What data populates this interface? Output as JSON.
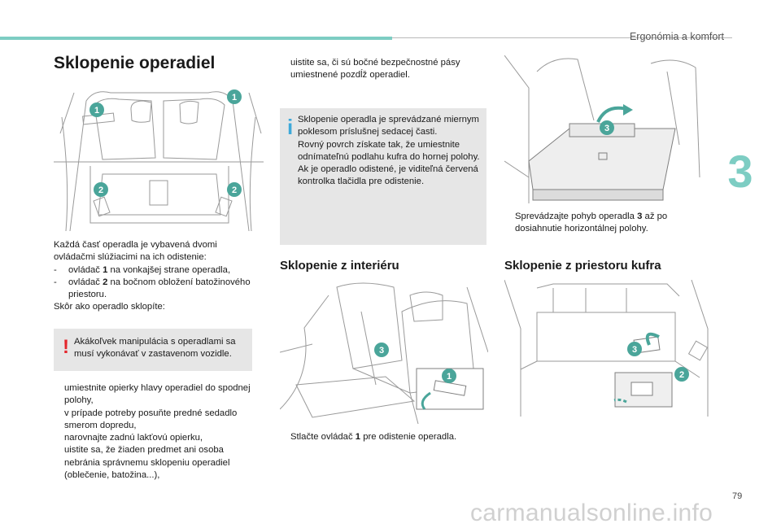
{
  "header": {
    "section": "Ergonómia a komfort",
    "chapter": "3",
    "page": "79"
  },
  "watermark": "carmanualsonline.info",
  "title": "Sklopenie operadiel",
  "figure_labels": {
    "one": "1",
    "two": "2",
    "three": "3"
  },
  "intro": {
    "line1": "Každá časť operadla je vybavená dvomi ovládačmi slúžiacimi na ich odistenie:",
    "items": [
      {
        "dash": "-",
        "pre": "ovládač ",
        "num": "1",
        "post": " na vonkajšej strane operadla,"
      },
      {
        "dash": "-",
        "pre": "ovládač ",
        "num": "2",
        "post": " na bočnom obložení batožinového priestoru."
      }
    ],
    "line2": "Skôr ako operadlo sklopíte:"
  },
  "warning": {
    "icon": "!",
    "text": "Akákoľvek manipulácia s operadlami sa musí vykonávať v zastavenom vozidle."
  },
  "bullet_symbol": "",
  "steps_left": [
    "umiestnite opierky hlavy operadiel do spodnej polohy,",
    "v prípade potreby posuňte predné sedadlo smerom dopredu,",
    "narovnajte zadnú lakťovú opierku,",
    "uistite sa, že žiaden predmet ani osoba nebránia správnemu sklopeniu operadiel (oblečenie, batožina...),"
  ],
  "step_middle_top": "uistite sa, či sú bočné bezpečnostné pásy umiestnené pozdĺž operadiel.",
  "info": {
    "icon": "i",
    "paragraphs": [
      "Sklopenie operadla je sprevádzané miernym poklesom príslušnej sedacej časti.",
      "Rovný povrch získate tak, že umiestnite odnímateľnú podlahu kufra do hornej polohy.",
      "Ak je operadlo odistené, je viditeľná červená kontrolka tlačidla pre odistenie."
    ]
  },
  "interior": {
    "heading": "Sklopenie z interiéru",
    "step": {
      "pre": "Stlačte ovládač ",
      "num": "1",
      "post": " pre odistenie operadla."
    }
  },
  "right_top_step": {
    "pre": "Sprevádzajte pohyb operadla ",
    "num": "3",
    "post": " až po dosiahnutie horizontálnej polohy."
  },
  "trunk": {
    "heading": "Sklopenie z priestoru kufra"
  },
  "colors": {
    "accent": "#7dcdc3",
    "badge": "#4aa59a",
    "warning": "#e4262c",
    "info": "#3ea9d9",
    "box": "#e6e6e6"
  }
}
